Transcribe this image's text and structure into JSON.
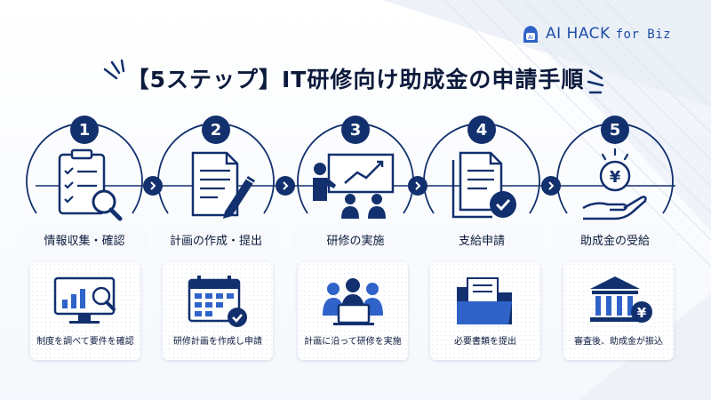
{
  "brand": {
    "name": "AI HACK",
    "suffix": "for Biz"
  },
  "title": "【5ステップ】IT研修向け助成金の申請手順",
  "colors": {
    "navy": "#12306e",
    "blue": "#2f63c9",
    "text": "#0c1a3c",
    "light": "#e7eef9"
  },
  "steps": [
    {
      "number": "1",
      "label": "情報収集・確認",
      "caption": "制度を調べて要件を確認",
      "icon": "checklist-magnifier-icon",
      "card_icon": "monitor-chart-icon"
    },
    {
      "number": "2",
      "label": "計画の作成・提出",
      "caption": "研修計画を作成し申請",
      "icon": "document-pen-icon",
      "card_icon": "calendar-check-icon"
    },
    {
      "number": "3",
      "label": "研修の実施",
      "caption": "計画に沿って研修を実施",
      "icon": "presentation-icon",
      "card_icon": "team-laptop-icon"
    },
    {
      "number": "4",
      "label": "支給申請",
      "caption": "必要書類を提出",
      "icon": "document-check-icon",
      "card_icon": "folder-documents-icon"
    },
    {
      "number": "5",
      "label": "助成金の受給",
      "caption": "審査後、助成金が振込",
      "icon": "yen-coin-hand-icon",
      "card_icon": "bank-yen-icon"
    }
  ]
}
